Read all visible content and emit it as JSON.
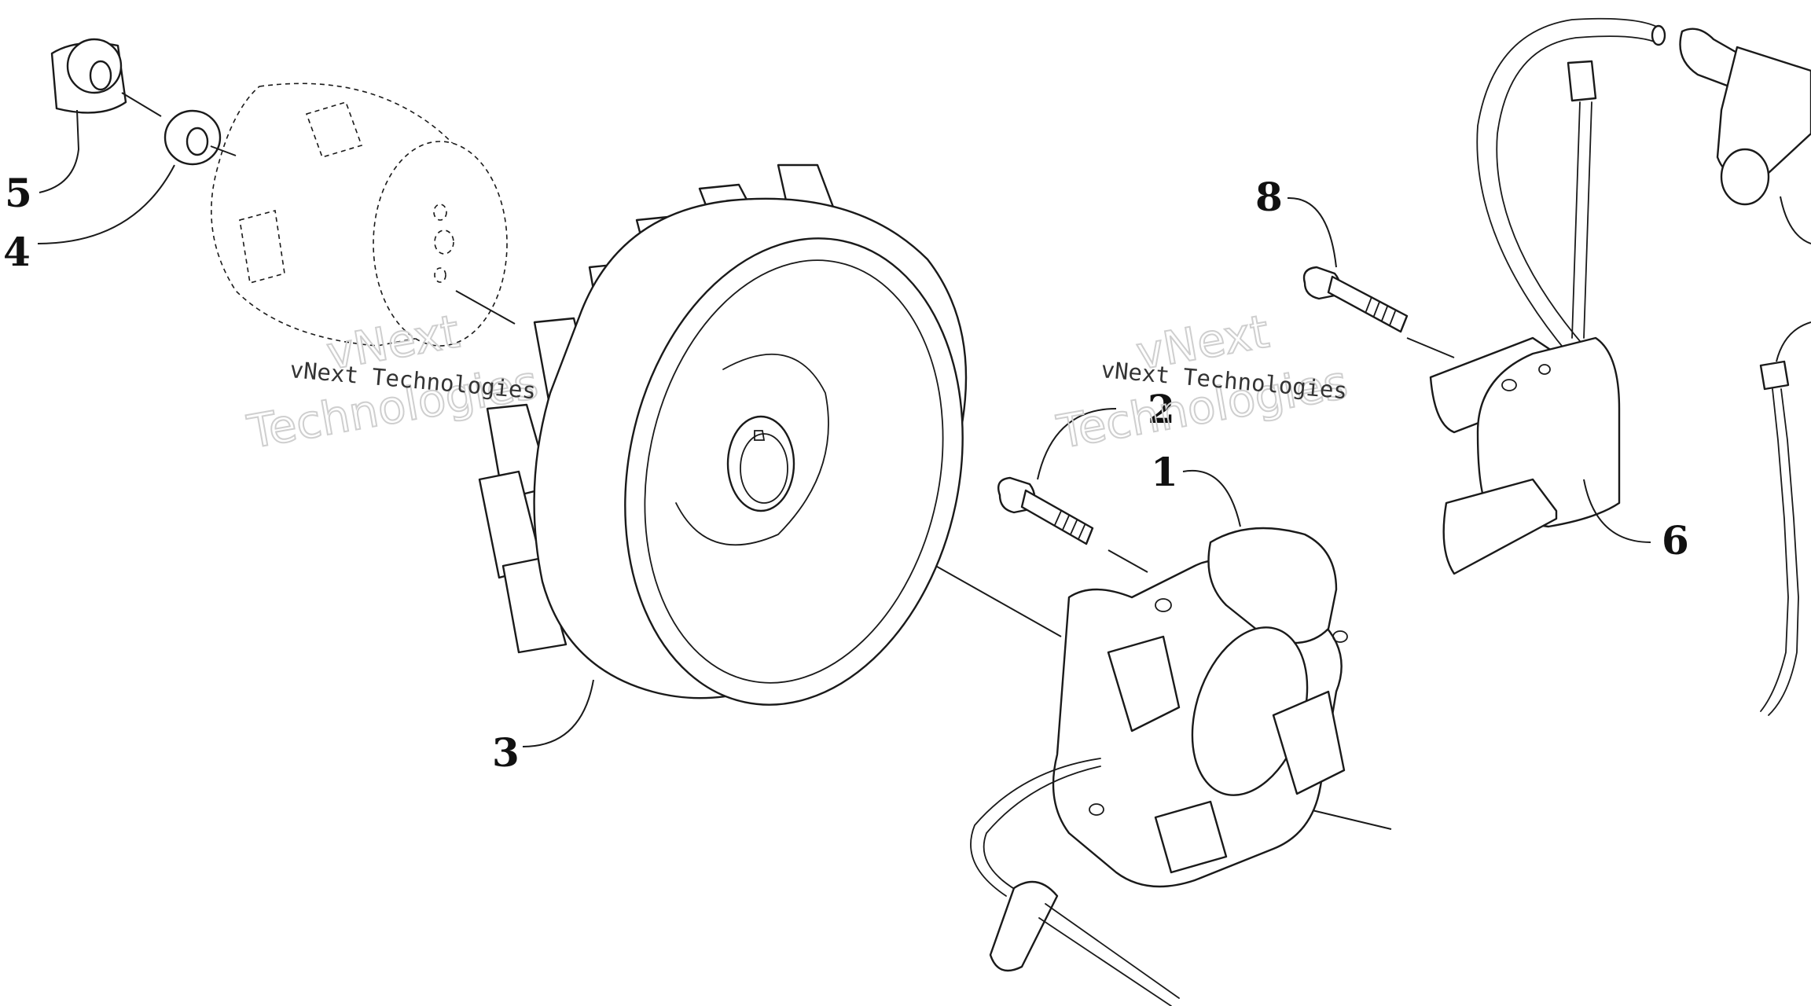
{
  "callouts": {
    "c1": "1",
    "c2": "2",
    "c3": "3",
    "c4": "4",
    "c5": "5",
    "c6": "6",
    "c8": "8"
  },
  "watermark": {
    "brand_line": "vNext Technologies",
    "outline_top": "vNext",
    "outline_bottom": "Technologies"
  }
}
